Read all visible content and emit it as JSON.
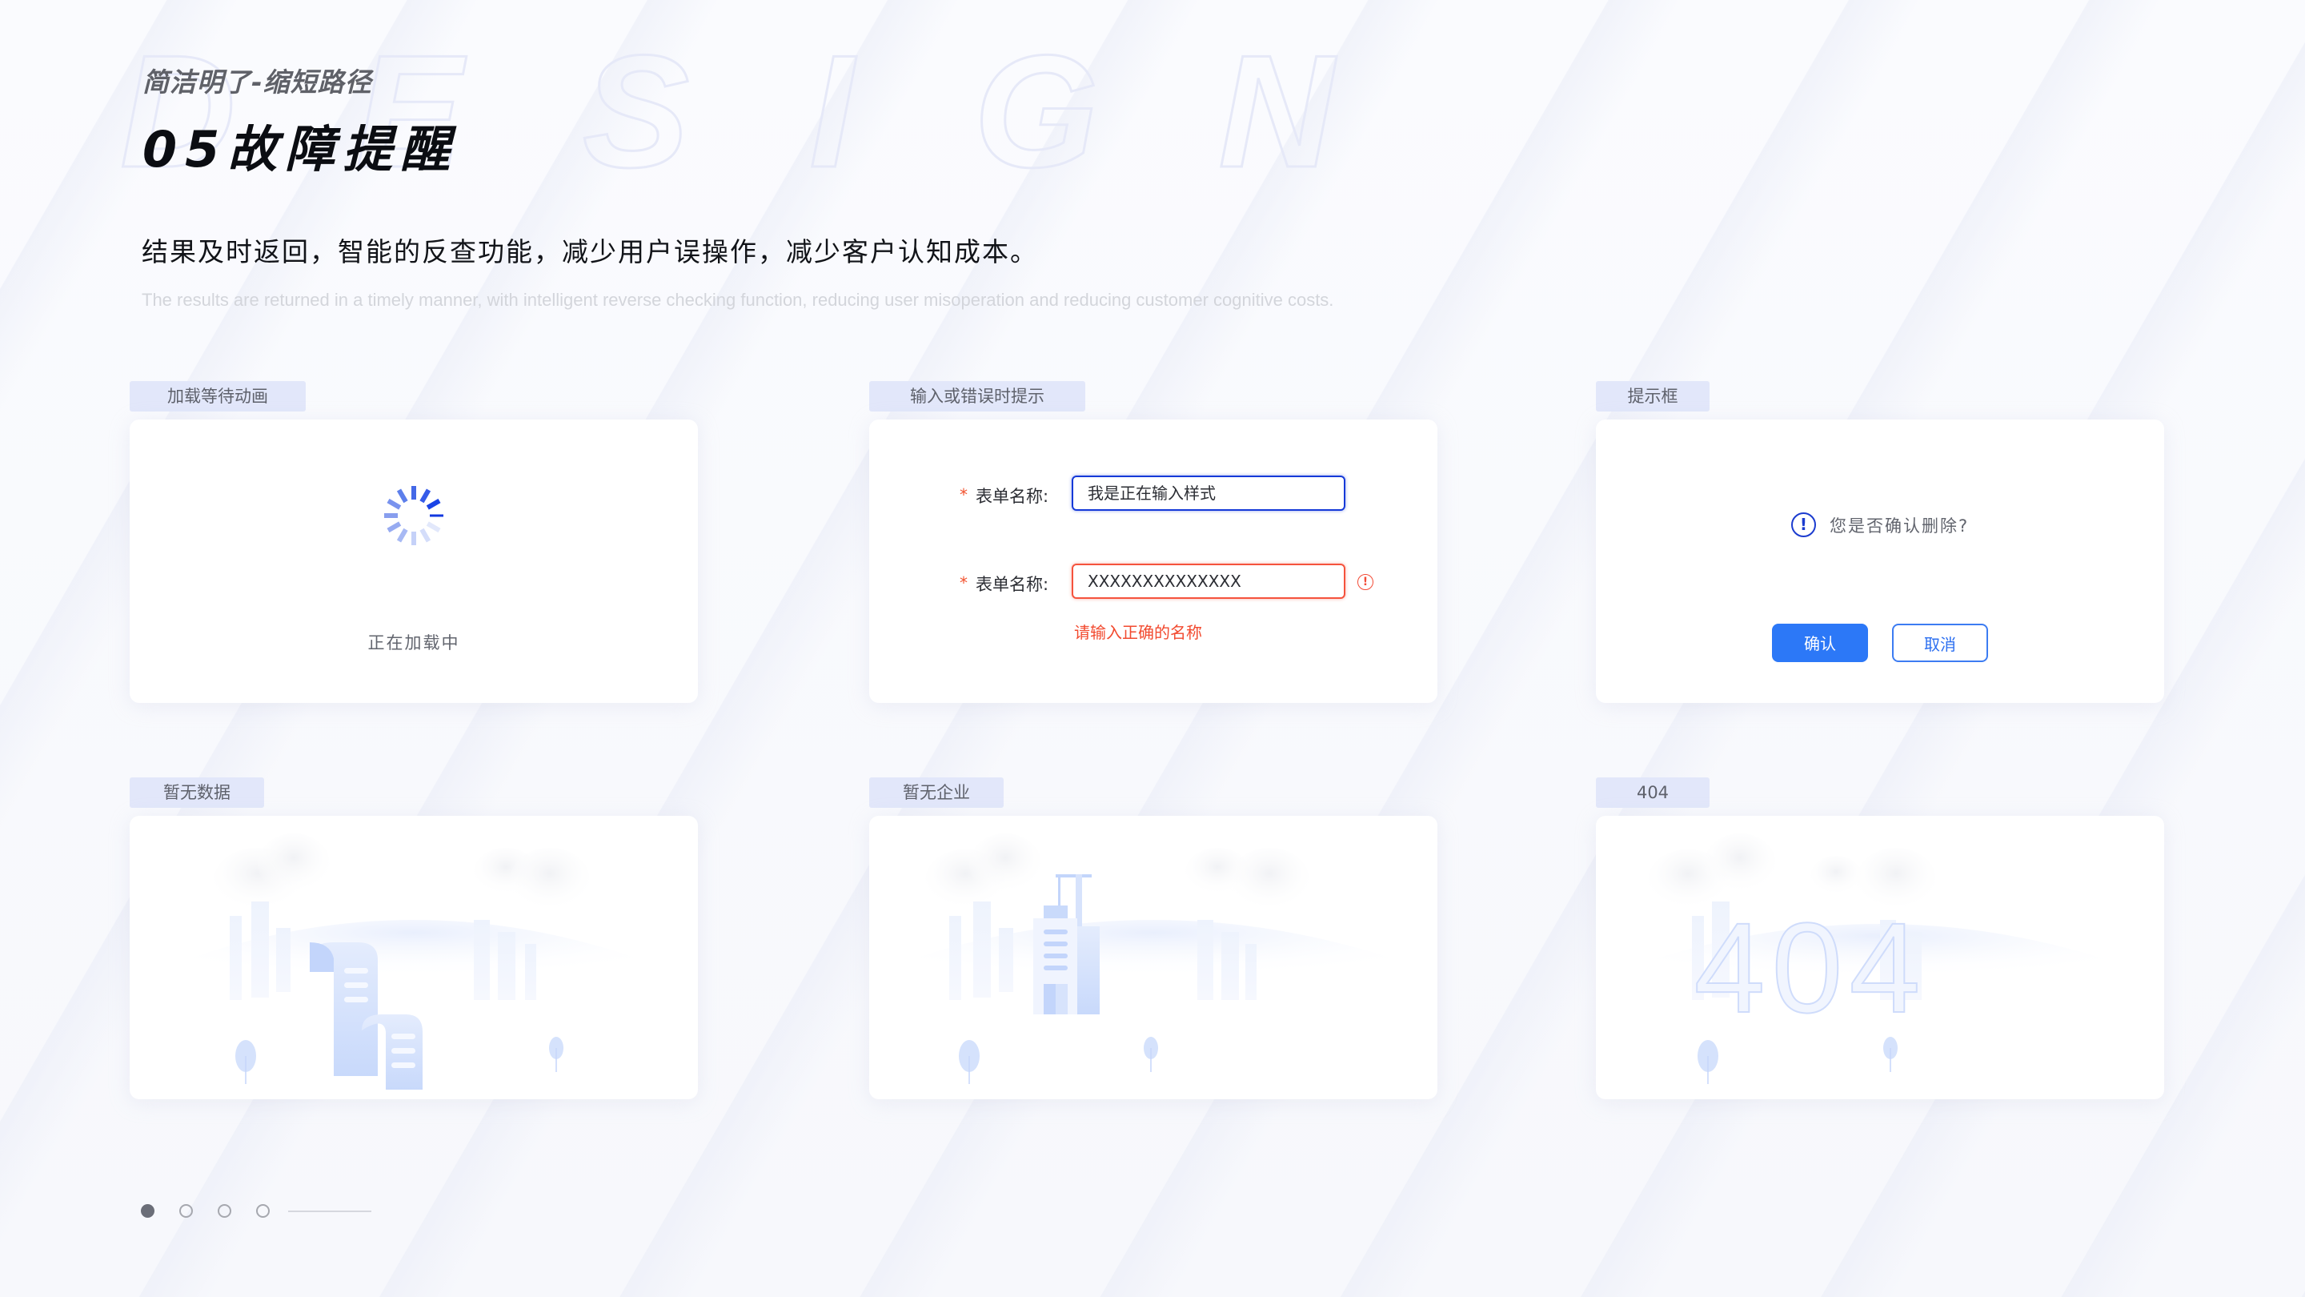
{
  "header": {
    "watermark": "DESIGN",
    "subtitle": "简洁明了-缩短路径",
    "title": "05故障提醒",
    "description_cn": "结果及时返回，智能的反查功能，减少用户误操作，减少客户认知成本。",
    "description_en": "The results are returned in a timely manner, with intelligent reverse checking function, reducing user misoperation and reducing customer cognitive costs."
  },
  "cards": [
    {
      "tag": "加载等待动画",
      "loading_text": "正在加载中",
      "icon": "spinner-icon"
    },
    {
      "tag": "输入或错误时提示",
      "fields": [
        {
          "required_mark": "*",
          "label": "表单名称:",
          "value": "我是正在输入样式",
          "state": "focus"
        },
        {
          "required_mark": "*",
          "label": "表单名称:",
          "value": "XXXXXXXXXXXXXX",
          "state": "error",
          "error_icon": "!",
          "error_message": "请输入正确的名称"
        }
      ]
    },
    {
      "tag": "提示框",
      "icon": "!",
      "message": "您是否确认删除?",
      "confirm_label": "确认",
      "cancel_label": "取消"
    },
    {
      "tag": "暂无数据",
      "illustration": "empty-data-illustration"
    },
    {
      "tag": "暂无企业",
      "illustration": "empty-enterprise-illustration"
    },
    {
      "tag": "404",
      "illustration": "not-found-404-illustration",
      "illustration_text": "404"
    }
  ],
  "pagination": {
    "total": 4,
    "active_index": 0
  },
  "colors": {
    "primary": "#2c78f7",
    "focus_border": "#1539d8",
    "error": "#f24a2f",
    "tag_bg": "#e2e7fa",
    "illustration_blue": "#c9dafb"
  }
}
